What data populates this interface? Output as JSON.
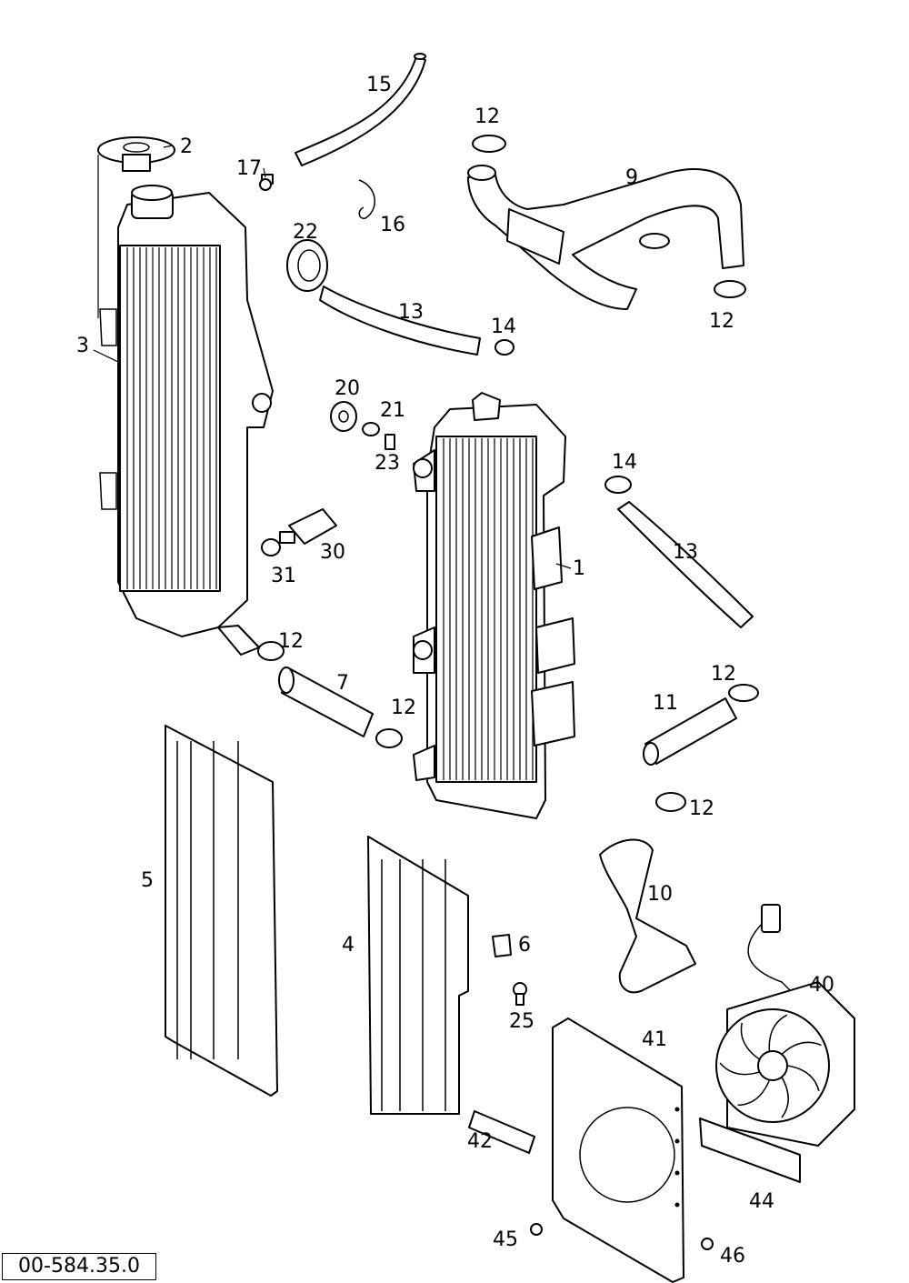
{
  "drawing_id": "00-584.35.0",
  "callouts": [
    {
      "id": "c1",
      "text": "1"
    },
    {
      "id": "c2",
      "text": "2"
    },
    {
      "id": "c3",
      "text": "3"
    },
    {
      "id": "c4",
      "text": "4"
    },
    {
      "id": "c5",
      "text": "5"
    },
    {
      "id": "c6",
      "text": "6"
    },
    {
      "id": "c7",
      "text": "7"
    },
    {
      "id": "c9",
      "text": "9"
    },
    {
      "id": "c10",
      "text": "10"
    },
    {
      "id": "c11",
      "text": "11"
    },
    {
      "id": "c12a",
      "text": "12"
    },
    {
      "id": "c12b",
      "text": "12"
    },
    {
      "id": "c12c",
      "text": "12"
    },
    {
      "id": "c12d",
      "text": "12"
    },
    {
      "id": "c12e",
      "text": "12"
    },
    {
      "id": "c12f",
      "text": "12"
    },
    {
      "id": "c13a",
      "text": "13"
    },
    {
      "id": "c13b",
      "text": "13"
    },
    {
      "id": "c14a",
      "text": "14"
    },
    {
      "id": "c14b",
      "text": "14"
    },
    {
      "id": "c15",
      "text": "15"
    },
    {
      "id": "c16",
      "text": "16"
    },
    {
      "id": "c17",
      "text": "17"
    },
    {
      "id": "c20",
      "text": "20"
    },
    {
      "id": "c21",
      "text": "21"
    },
    {
      "id": "c22",
      "text": "22"
    },
    {
      "id": "c23",
      "text": "23"
    },
    {
      "id": "c25",
      "text": "25"
    },
    {
      "id": "c30",
      "text": "30"
    },
    {
      "id": "c31",
      "text": "31"
    },
    {
      "id": "c40",
      "text": "40"
    },
    {
      "id": "c41",
      "text": "41"
    },
    {
      "id": "c42",
      "text": "42"
    },
    {
      "id": "c44",
      "text": "44"
    },
    {
      "id": "c45",
      "text": "45"
    },
    {
      "id": "c46",
      "text": "46"
    }
  ]
}
